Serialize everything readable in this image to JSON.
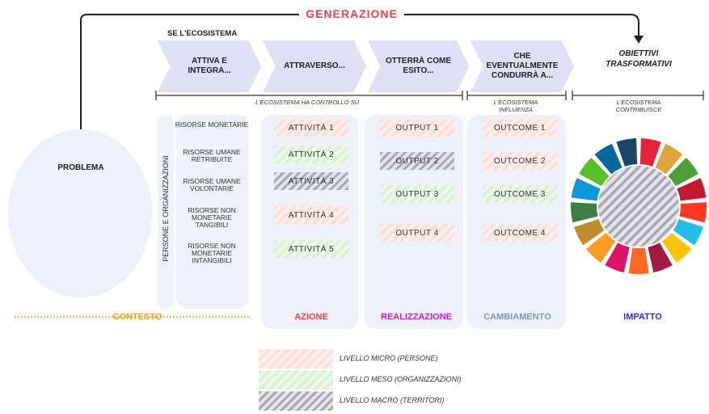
{
  "title": "GENERAZIONE",
  "intro": "SE L'ECOSISTEMA",
  "chevrons": [
    {
      "label": "ATTIVA E INTEGRA..."
    },
    {
      "label": "ATTRAVERSO..."
    },
    {
      "label": "OTTERRÀ COME ESITO..."
    },
    {
      "label": "CHE EVENTUALMENTE CONDURRÀ A..."
    }
  ],
  "goals": "OBIETTIVI TRASFORMATIVI",
  "brackets": {
    "control": "L'ECOSISTEMA HA CONTROLLO SU",
    "influence": "L'ECOSISTEMA INFLUENZA",
    "contribute": "L'ECOSISTEMA CONTRIBUISCE"
  },
  "problem": "PROBLEMA",
  "people_orgs": "PERSONE E ORGANIZZAZIONI",
  "resources": [
    "RISORSE MONETARIE",
    "RISORSE UMANE RETRIBUITE",
    "RISORSE UMANE VOLONTARIE",
    "RISORSE NON MONETARIE TANGIBILI",
    "RISORSE NON MONETARIE INTANGIBILI"
  ],
  "activities": [
    {
      "label": "ATTIVITÀ 1",
      "level": "micro"
    },
    {
      "label": "ATTIVITÀ 2",
      "level": "meso"
    },
    {
      "label": "ATTIVITÀ 3",
      "level": "macro"
    },
    {
      "label": "ATTIVITÀ 4",
      "level": "micro"
    },
    {
      "label": "ATTIVITÀ 5",
      "level": "meso"
    }
  ],
  "outputs": [
    {
      "label": "OUTPUT 1",
      "level": "micro"
    },
    {
      "label": "OUTPUT 2",
      "level": "macro"
    },
    {
      "label": "OUTPUT 3",
      "level": "meso"
    },
    {
      "label": "OUTPUT 4",
      "level": "micro"
    }
  ],
  "outcomes": [
    {
      "label": "OUTCOME 1",
      "level": "micro"
    },
    {
      "label": "OUTCOME 2",
      "level": "micro"
    },
    {
      "label": "OUTCOME 3",
      "level": "meso"
    },
    {
      "label": "OUTCOME 4",
      "level": "micro"
    }
  ],
  "phases": [
    {
      "label": "CONTESTO",
      "color": "#e0a91a"
    },
    {
      "label": "AZIONE",
      "color": "#e8454e"
    },
    {
      "label": "REALIZZAZIONE",
      "color": "#c81ed6"
    },
    {
      "label": "CAMBIAMENTO",
      "color": "#7f96c6"
    },
    {
      "label": "IMPATTO",
      "color": "#2a33c2"
    }
  ],
  "legend": [
    {
      "label": "LIVELLO MICRO (PERSONE)",
      "level": "micro"
    },
    {
      "label": "LIVELLO MESO (ORGANIZZAZIONI)",
      "level": "meso"
    },
    {
      "label": "LIVELLO MACRO (TERRITORI)",
      "level": "macro"
    }
  ],
  "sdg_colors": [
    "#e5243b",
    "#dda63a",
    "#4c9f38",
    "#c5192d",
    "#ff3a21",
    "#26bde2",
    "#fcc30b",
    "#a21942",
    "#fd6925",
    "#dd1367",
    "#fd9d24",
    "#bf8b2e",
    "#3f7e44",
    "#0a97d9",
    "#56c02b",
    "#00689d",
    "#19486a"
  ]
}
